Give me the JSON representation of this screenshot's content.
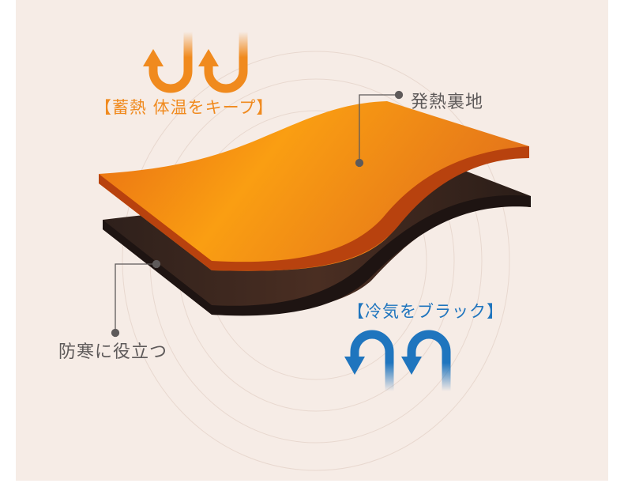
{
  "labels": {
    "heat_retention": "【蓄熱 体温をキープ】",
    "cold_block": "【冷気をブラック】",
    "heating_lining": "発熱裏地",
    "cold_protection": "防寒に役立つ"
  },
  "colors": {
    "background": "#f6ece6",
    "heat_accent": "#f08a1e",
    "cold_accent": "#1f75be",
    "orange_layer": "#f5961a",
    "brown_layer": "#3a2820",
    "callout_text": "#5e5a5a"
  },
  "icons": {
    "heat_arrows": "orange-u-turn-up-arrows",
    "cold_arrows": "blue-u-turn-down-arrows"
  }
}
